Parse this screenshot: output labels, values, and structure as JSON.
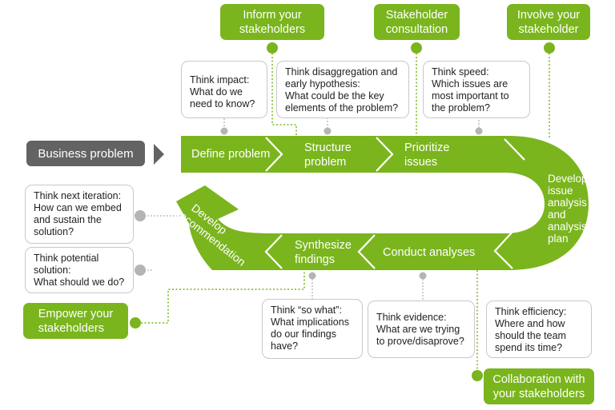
{
  "colors": {
    "green": "#7ab51d",
    "grey": "#636363",
    "dot_grey": "#b4b4b4"
  },
  "business_problem": "Business problem",
  "steps": {
    "define": "Define problem",
    "structure": [
      "Structure",
      "problem"
    ],
    "prioritize": [
      "Prioritize",
      "issues"
    ],
    "develop_plan": [
      "Develop",
      "issue",
      "analysis",
      "and",
      "analysis",
      "plan"
    ],
    "conduct": "Conduct analyses",
    "synthesize": [
      "Synthesize",
      "findings"
    ],
    "develop_rec": [
      "Develop",
      "recommendation"
    ]
  },
  "stakeholders": {
    "inform": [
      "Inform your",
      "stakeholders"
    ],
    "consultation": [
      "Stakeholder",
      "consultation"
    ],
    "involve": [
      "Involve your",
      "stakeholder"
    ],
    "empower": [
      "Empower your",
      "stakeholders"
    ],
    "collaboration": [
      "Collaboration with",
      "your stakeholders"
    ]
  },
  "thinks": {
    "impact": [
      "Think impact:",
      "What do we",
      "need to know?"
    ],
    "disaggregation": [
      "Think disaggregation and",
      "early hypothesis:",
      "What could be the key",
      "elements of the problem?"
    ],
    "speed": [
      "Think speed:",
      "Which issues are",
      "most important to",
      "the problem?"
    ],
    "next_iteration": [
      "Think next iteration:",
      "How can we embed",
      "and sustain the",
      "solution?"
    ],
    "potential": [
      "Think potential",
      "solution:",
      "What should we do?"
    ],
    "so_what": [
      "Think “so what”:",
      "What implications",
      "do our findings",
      "have?"
    ],
    "evidence": [
      "Think evidence:",
      "What are we trying",
      "to prove/disaprove?"
    ],
    "efficiency": [
      "Think efficiency:",
      "Where and how",
      "should the team",
      "spend its time?"
    ]
  }
}
